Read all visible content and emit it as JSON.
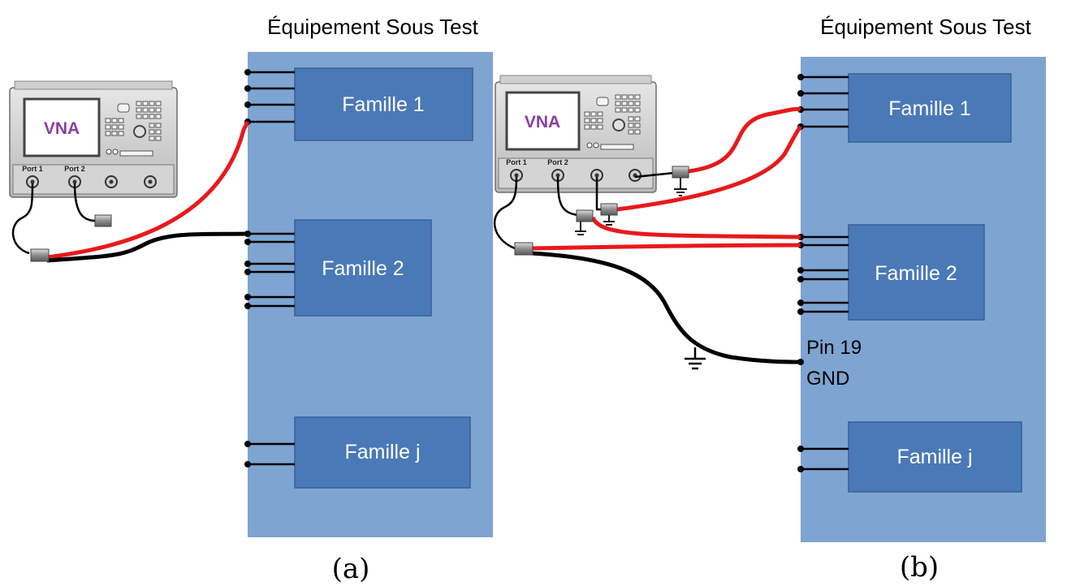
{
  "panel_a": {
    "eut_title": "Équipement Sous Test",
    "vna_label": "VNA",
    "port1_label": "Port 1",
    "port2_label": "Port 2",
    "family_1": "Famille 1",
    "family_2": "Famille 2",
    "family_j": "Famille j",
    "caption": "(a)"
  },
  "panel_b": {
    "eut_title": "Équipement Sous Test",
    "vna_label": "VNA",
    "port1_label": "Port 1",
    "port2_label": "Port 2",
    "family_1": "Famille 1",
    "family_2": "Famille 2",
    "family_j": "Famille j",
    "pin_label_line1": "Pin 19",
    "pin_label_line2": "GND",
    "caption": "(b)"
  },
  "colors": {
    "eut_background": "#7ea4d2",
    "family_box": "#4a79b8",
    "signal_cable": "#e8191c",
    "ground_cable": "#000000",
    "vna_text": "#8a3fa0"
  }
}
